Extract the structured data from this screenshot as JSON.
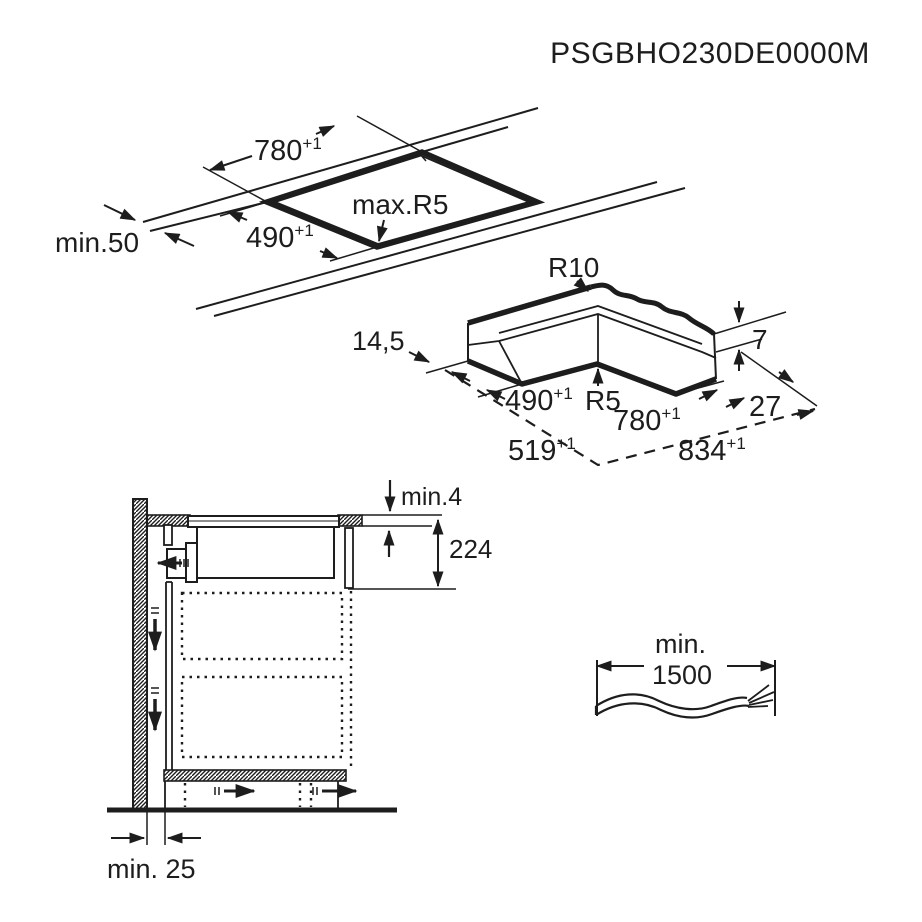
{
  "title": "PSGBHO230DE0000M",
  "colors": {
    "line": "#1d1d1d",
    "background": "#ffffff"
  },
  "worktop_diagram": {
    "cutout_width": {
      "value": "780",
      "tolerance": "+1"
    },
    "cutout_depth": {
      "value": "490",
      "tolerance": "+1"
    },
    "corner_radius": "max.R5",
    "edge_distance": "min.50"
  },
  "hob_diagram": {
    "top_corner_radius": "R10",
    "overhang": "14,5",
    "glass_thickness": "7",
    "cutout_depth": {
      "value": "490",
      "tolerance": "+1"
    },
    "bottom_corner_radius": "R5",
    "cutout_width": {
      "value": "780",
      "tolerance": "+1"
    },
    "side_clearance": "27",
    "hob_depth": {
      "value": "519",
      "tolerance": "+1"
    },
    "hob_width": {
      "value": "834",
      "tolerance": "+1"
    }
  },
  "cross_section_diagram": {
    "top_gap": "min.4",
    "installation_height": "224",
    "wall_distance": "min. 25"
  },
  "cable_diagram": {
    "min_label": "min.",
    "length": "1500"
  }
}
